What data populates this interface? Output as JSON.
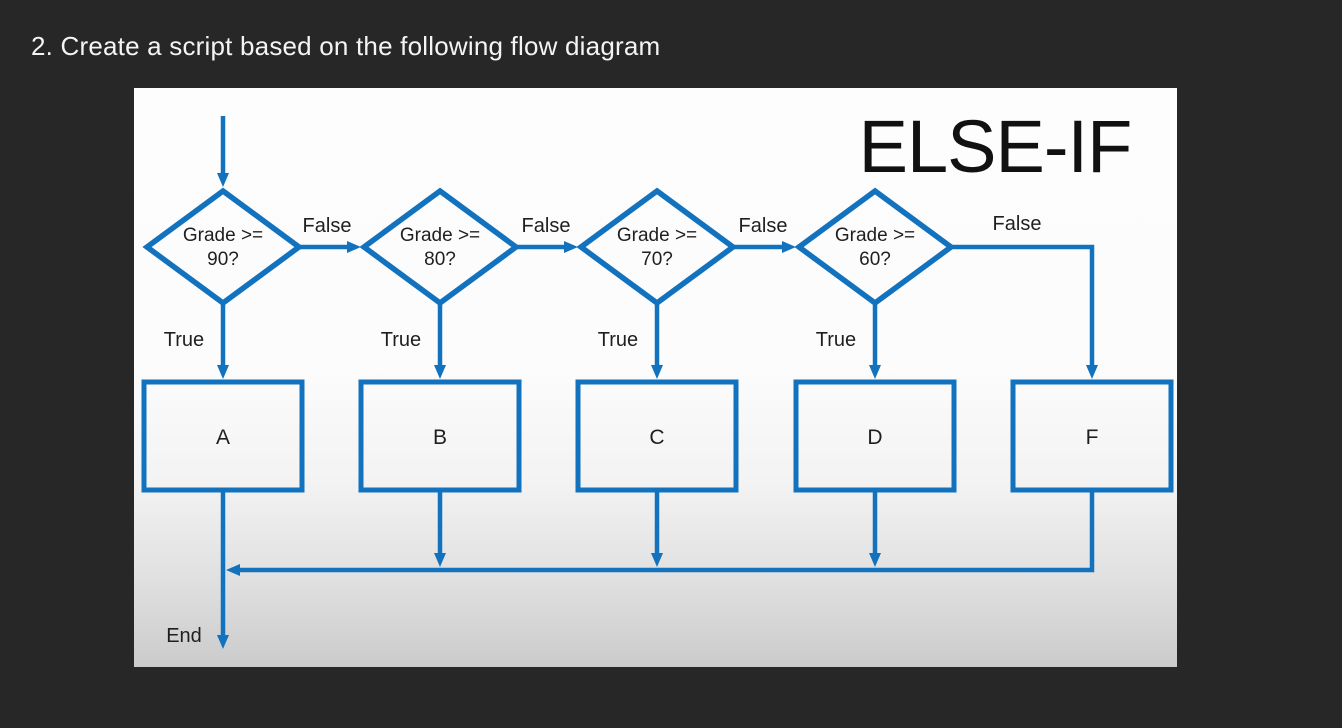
{
  "slide": {
    "title": "2. Create a script based on the following flow diagram"
  },
  "diagram": {
    "heading": "ELSE-IF",
    "end_label": "End",
    "decisions": [
      {
        "line1": "Grade >=",
        "line2": "90?",
        "false_label": "False",
        "true_label": "True"
      },
      {
        "line1": "Grade >=",
        "line2": "80?",
        "false_label": "False",
        "true_label": "True"
      },
      {
        "line1": "Grade >=",
        "line2": "70?",
        "false_label": "False",
        "true_label": "True"
      },
      {
        "line1": "Grade >=",
        "line2": "60?",
        "false_label": "False",
        "true_label": "True"
      }
    ],
    "results": [
      {
        "label": "A"
      },
      {
        "label": "B"
      },
      {
        "label": "C"
      },
      {
        "label": "D"
      },
      {
        "label": "F"
      }
    ],
    "colors": {
      "flow_blue": "#1272bd",
      "diagram_text": "#1f1f1f",
      "slide_background": "#272727",
      "title_text": "#f4f4f4",
      "panel_top": "#fdfdfd",
      "panel_bottom": "#cbcbcb"
    }
  }
}
